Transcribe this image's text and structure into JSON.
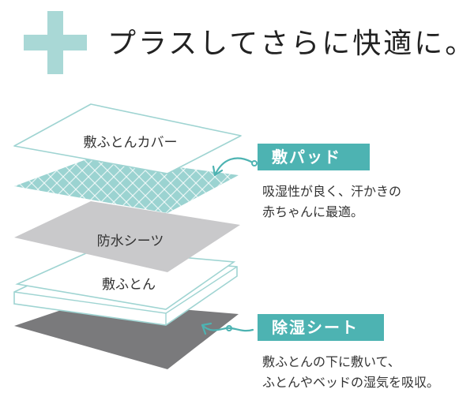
{
  "headline": "プラスしてさらに快適に。",
  "layers": {
    "cover_label": "敷ふとんカバー",
    "waterproof_label": "防水シーツ",
    "futon_label": "敷ふとん"
  },
  "callouts": {
    "pad": {
      "tag": "敷パッド",
      "line1": "吸湿性が良く、汗かきの",
      "line2": "赤ちゃんに最適。"
    },
    "sheet": {
      "tag": "除湿シート",
      "line1": "敷ふとんの下に敷いて、",
      "line2": "ふとんやベッドの湿気を吸収。"
    }
  },
  "colors": {
    "accent": "#a9d8d6",
    "tag_bg": "#4db3b2",
    "pad_fill": "#9bd3d1",
    "waterproof_fill": "#c9c9cb",
    "sheet_fill": "#7a7a7c",
    "outline": "#9fd4d2",
    "text": "#222222"
  }
}
